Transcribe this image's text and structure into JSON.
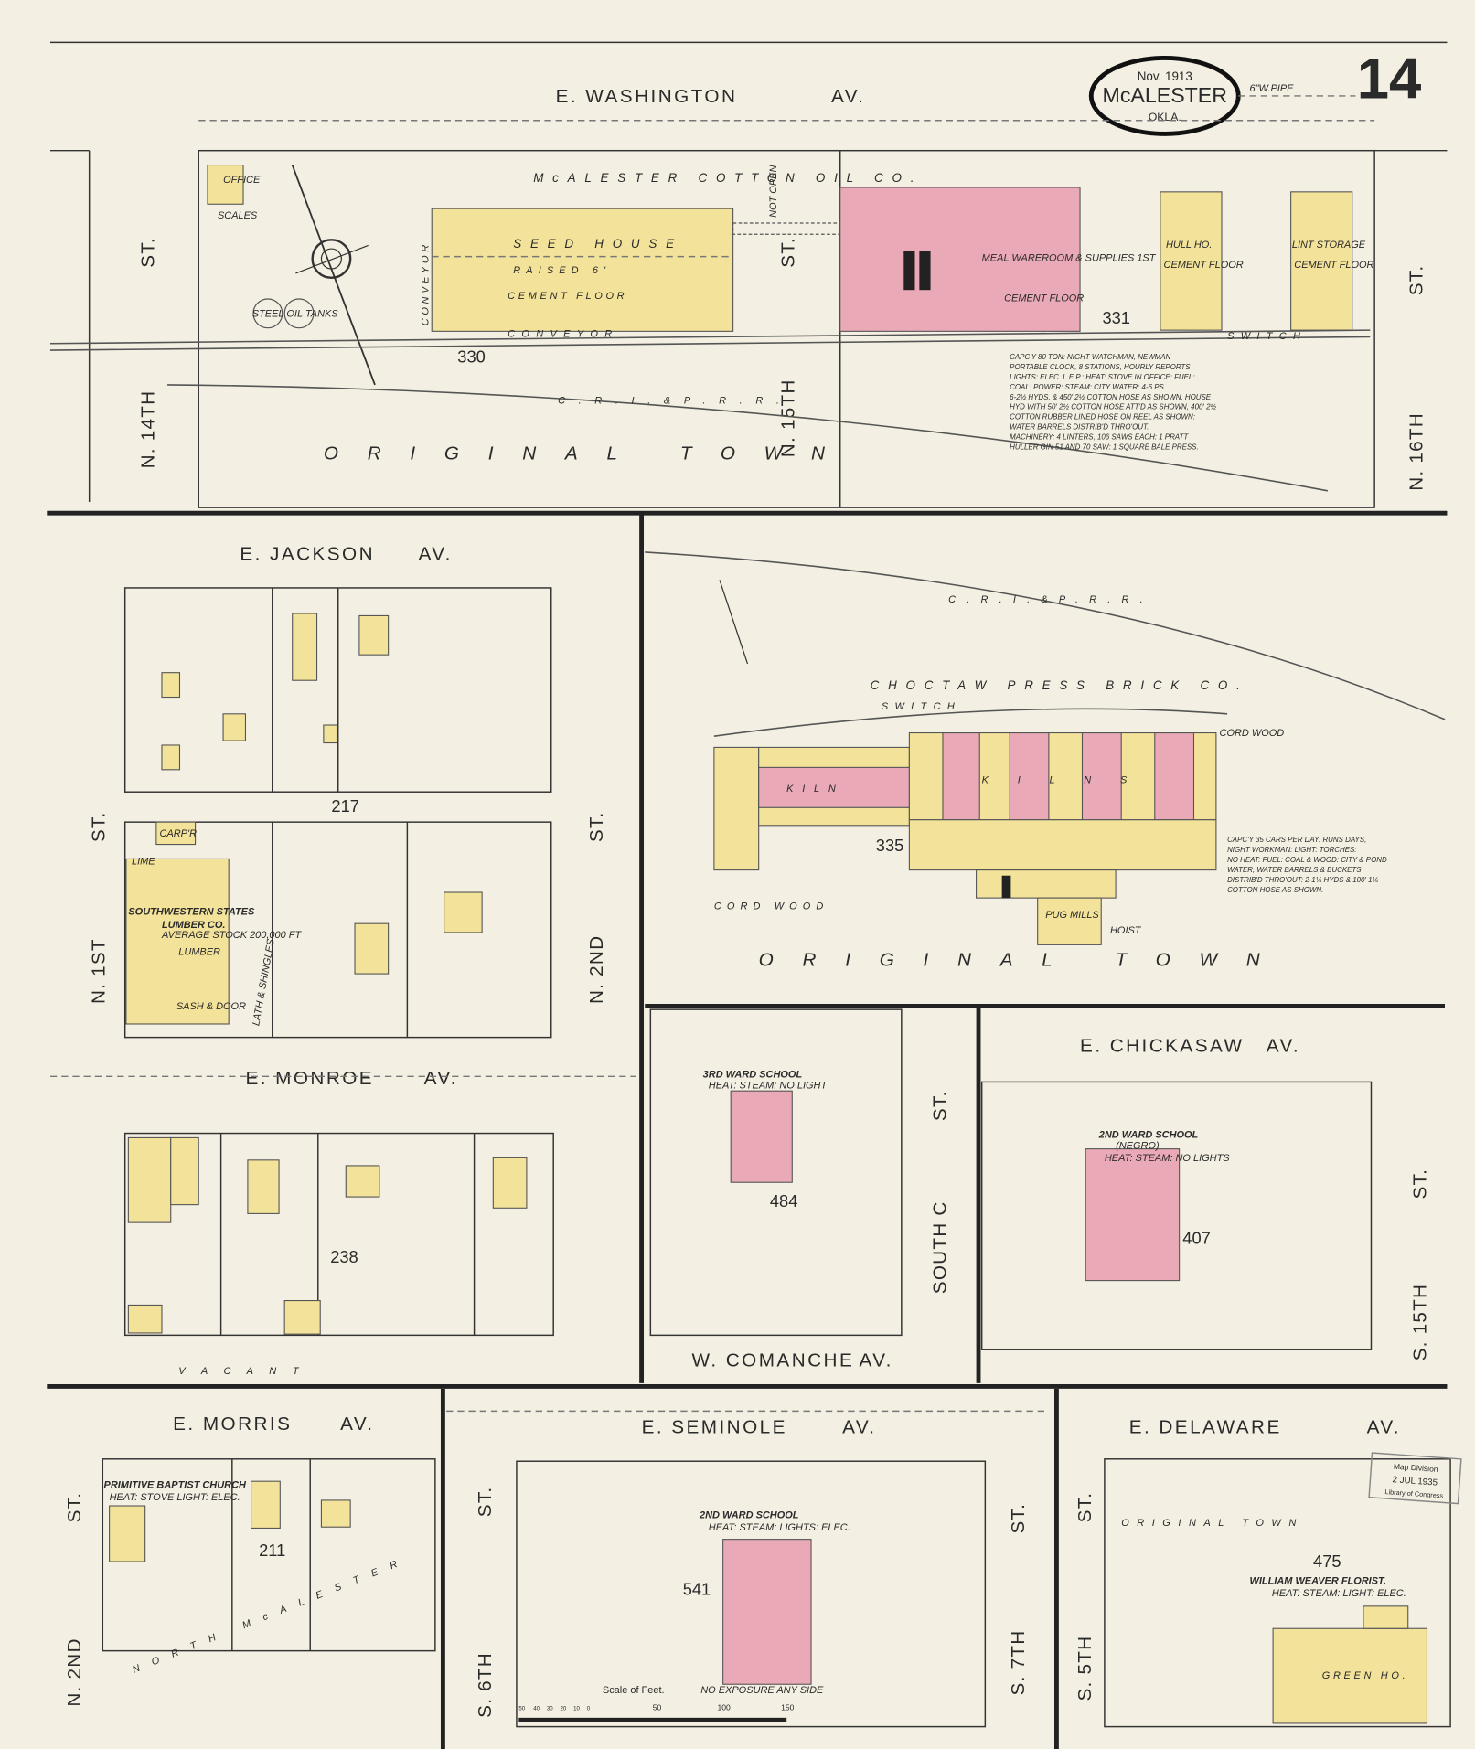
{
  "header": {
    "date": "Nov. 1913",
    "city": "McALESTER",
    "state": "OKLA.",
    "sheet_number": "14",
    "pipe": "6\"W.PIPE"
  },
  "streets": {
    "washington": "E. WASHINGTON",
    "jackson": "E. JACKSON",
    "monroe": "E. MONROE",
    "chickasaw": "E. CHICKASAW",
    "comanche": "W. COMANCHE",
    "morris": "E. MORRIS",
    "seminole": "E. SEMINOLE",
    "delaware": "E. DELAWARE",
    "av": "AV.",
    "n14": "N. 14TH",
    "n15": "N. 15TH",
    "n16": "N. 16TH",
    "n1": "N. 1ST",
    "n2": "N. 2ND",
    "south_c": "SOUTH C",
    "s15": "S. 15TH",
    "s6": "S. 6TH",
    "s7": "S. 7TH",
    "s5": "S. 5TH",
    "st": "ST.",
    "not_open": "NOT OPEN",
    "vacant": "V A C A N T",
    "north_mcalester": "NORTH McALESTER"
  },
  "area_label": "ORIGINAL TOWN",
  "blocks": [
    "330",
    "331",
    "217",
    "335",
    "238",
    "484",
    "407",
    "211",
    "541",
    "475"
  ],
  "firms": {
    "cotton_oil": "McALESTER COTTON OIL CO.",
    "seed_house": "SEED HOUSE",
    "seed_raised": "RAISED 6'",
    "seed_floor": "CEMENT FLOOR",
    "conveyor": "CONVEYOR",
    "steel_tanks": "STEEL OIL TANKS",
    "office": "OFFICE",
    "scales": "SCALES",
    "hull_house": "HULL HO.",
    "lint_storage": "LINT STORAGE",
    "cement_floor": "CEMENT FLOOR",
    "meal": "MEAL WAREROOM & SUPPLIES 1ST",
    "switch": "SWITCH",
    "cirr": "C.R.I.&P.R.R.",
    "choctaw": "CHOCTAW PRESS BRICK CO.",
    "kiln": "KILN",
    "kilns": "KILNS",
    "cord_wood": "CORD WOOD",
    "pug_mills": "PUG MILLS",
    "hoist": "HOIST",
    "lumber": "SOUTHWESTERN STATES",
    "lumber2": "LUMBER CO.",
    "lumber_stock": "AVERAGE STOCK 200,000 FT",
    "lumber_word": "LUMBER",
    "carpr": "CARP'R",
    "lime": "LIME",
    "sash": "SASH & DOOR",
    "lath": "LATH & SHINGLES",
    "ward3": "3RD WARD SCHOOL",
    "ward3_heat": "HEAT: STEAM: NO LIGHT",
    "ward2n": "2ND WARD SCHOOL",
    "negro": "(NEGRO)",
    "ward2n_heat": "HEAT: STEAM: NO LIGHTS",
    "ward2": "2ND WARD SCHOOL",
    "ward2_heat": "HEAT: STEAM: LIGHTS: ELEC.",
    "church": "PRIMITIVE BAPTIST CHURCH",
    "church_heat": "HEAT: STOVE LIGHT: ELEC.",
    "florist": "WILLIAM WEAVER FLORIST.",
    "florist_heat": "HEAT: STEAM: LIGHT: ELEC.",
    "green_ho": "GREEN HO."
  },
  "notes": {
    "cotton_oil": [
      "CAPC'Y 80 TON: NIGHT WATCHMAN, NEWMAN",
      "PORTABLE CLOCK, 8 STATIONS, HOURLY REPORTS",
      "LIGHTS: ELEC. L.E.P.: HEAT: STOVE IN OFFICE: FUEL:",
      "COAL: POWER: STEAM: CITY WATER: 4-6 PS.",
      "6-2½ HYDS. & 450' 2½ COTTON HOSE AS SHOWN, HOUSE",
      "HYD WITH 50' 2½ COTTON HOSE ATT'D AS SHOWN, 400' 2½",
      "COTTON RUBBER LINED HOSE ON REEL AS SHOWN:",
      "WATER BARRELS DISTRIB'D THRO'OUT.",
      "MACHINERY: 4 LINTERS, 106 SAWS EACH: 1 PRATT",
      "HULLER GIN 51 AND 70 SAW: 1 SQUARE BALE PRESS."
    ],
    "brick": [
      "CAPC'Y 35 CARS PER DAY: RUNS DAYS,",
      "NIGHT WORKMAN: LIGHT: TORCHES:",
      "NO HEAT: FUEL: COAL & WOOD: CITY & POND",
      "WATER, WATER BARRELS & BUCKETS",
      "DISTRIB'D THRO'OUT: 2-1¼ HYDS & 100' 1¼",
      "COTTON HOSE AS SHOWN."
    ]
  },
  "scale": {
    "label": "Scale of Feet.",
    "exposure": "NO EXPOSURE ANY SIDE",
    "ticks": [
      "50",
      "40",
      "30",
      "20",
      "10",
      "0",
      "50",
      "100",
      "150"
    ]
  },
  "stamp": {
    "line1": "Map Division",
    "line2": "2 JUL 1935",
    "line3": "Library of Congress"
  },
  "colors": {
    "paper": "#f3efe2",
    "frame": "#f4e69a",
    "brick": "#eaa9b7"
  }
}
